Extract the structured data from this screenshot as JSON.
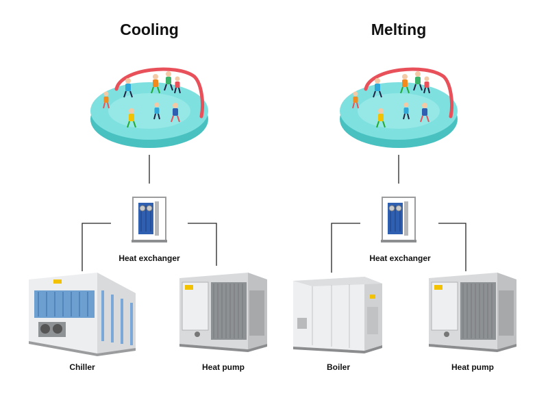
{
  "diagrams": [
    {
      "title": "Cooling",
      "heat_exchanger_label": "Heat exchanger",
      "left_unit_label": "Chiller",
      "right_unit_label": "Heat pump"
    },
    {
      "title": "Melting",
      "heat_exchanger_label": "Heat exchanger",
      "left_unit_label": "Boiler",
      "right_unit_label": "Heat pump"
    }
  ],
  "colors": {
    "rink_ice": "#7fe0e0",
    "rink_edge": "#48c1c0",
    "rink_barrier": "#e8505a",
    "unit_frame": "#d9dadb",
    "unit_body": "#c8cacc",
    "brand_tag": "#f2c200",
    "exchanger_plates": "#2f5fb0",
    "connector_line": "#222222"
  }
}
